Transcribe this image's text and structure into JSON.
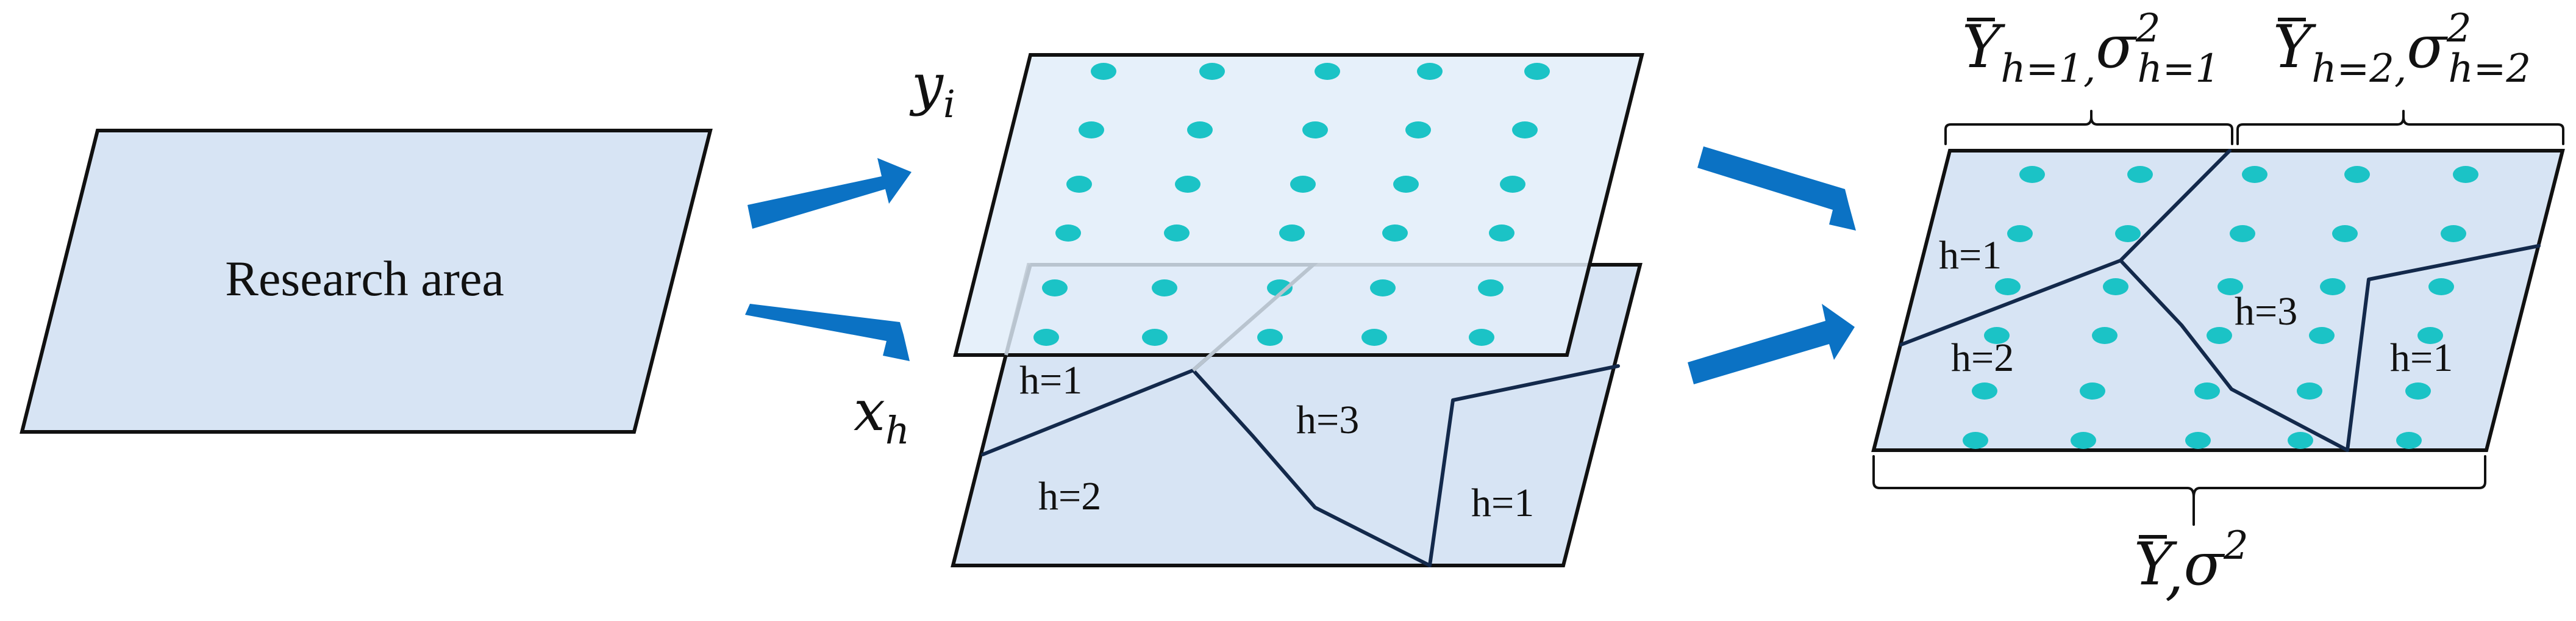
{
  "colors": {
    "panel_fill": "#d7e4f4",
    "overlay_fill": "#e2eef9",
    "point_fill": "#1bc3c6",
    "arrow_fill": "#0b72c4",
    "boundary_stroke": "#13294b",
    "outline_stroke": "#111111"
  },
  "research_area": {
    "label": "Research area"
  },
  "layers": {
    "point_layer_var": "y",
    "point_layer_sub": "i",
    "strata_layer_var": "x",
    "strata_layer_sub": "h"
  },
  "strata_layer": {
    "labels": [
      "h=1",
      "h=3",
      "h=2",
      "h=1"
    ]
  },
  "combined": {
    "labels": [
      "h=1",
      "h=3",
      "h=2",
      "h=1"
    ],
    "top_left_stat": {
      "mean": "Y",
      "mean_sub": "h=1,",
      "var": "σ",
      "var_sup": "2",
      "var_sub": "h=1"
    },
    "top_right_stat": {
      "mean": "Y",
      "mean_sub": "h=2,",
      "var": "σ",
      "var_sup": "2",
      "var_sub": "h=2"
    },
    "bottom_stat": {
      "mean": "Y",
      "sep": ",",
      "var": "σ",
      "var_sup": "2"
    }
  },
  "icons": [
    "arrow-right-icon",
    "arrow-right-icon",
    "arrow-right-icon",
    "arrow-right-icon",
    "brace-icon",
    "brace-icon",
    "brace-icon"
  ]
}
